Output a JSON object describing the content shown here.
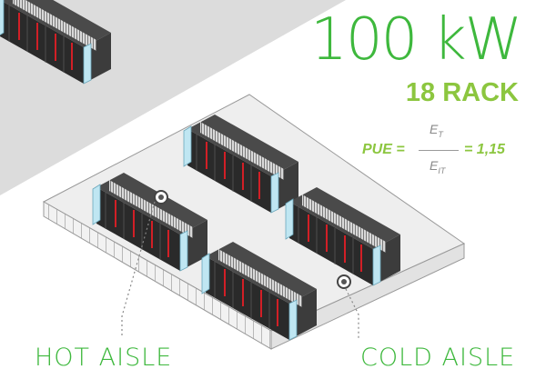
{
  "power": "100 kW",
  "rack_count": "18 RACK",
  "formula": {
    "lhs": "PUE =",
    "numerator": "E",
    "numerator_sub": "T",
    "denominator": "E",
    "denominator_sub": "IT",
    "rhs": "= 1,15"
  },
  "labels": {
    "hot_aisle": "HOT AISLE",
    "cold_aisle": "COLD AISLE"
  },
  "colors": {
    "green_dark": "#3eb83d",
    "green_light": "#8cc63f",
    "rack_red": "#d21f26",
    "glass": "#bfe6f2",
    "floor": "#eeeeee",
    "corner_shade": "#dcdcdc"
  },
  "icons": [
    "raised-floor-platform",
    "server-rack-row",
    "aisle-marker-icon"
  ]
}
